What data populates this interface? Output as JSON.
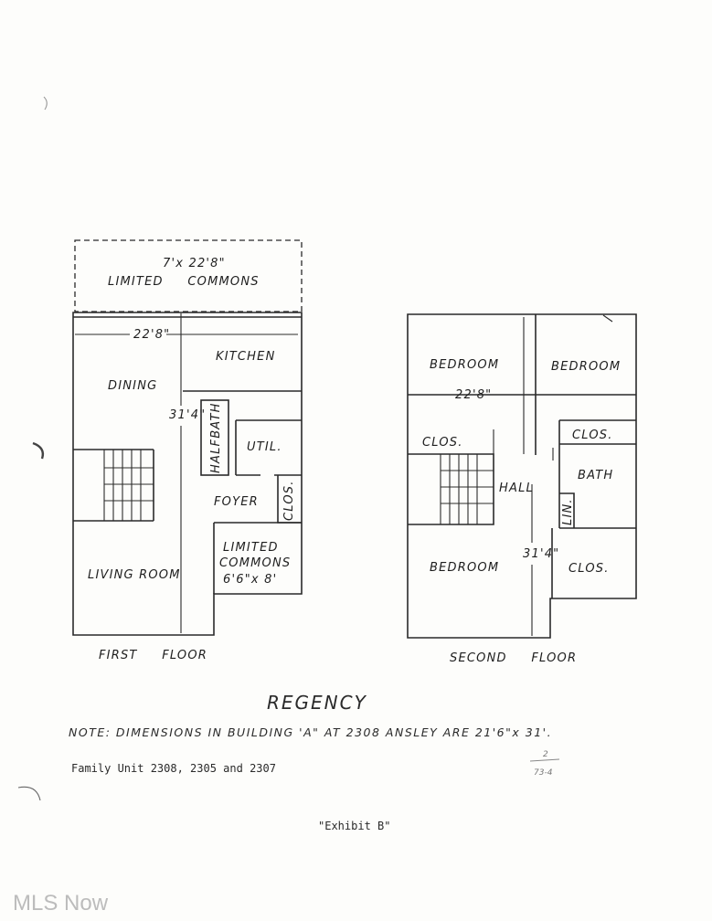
{
  "first_floor": {
    "patio_dimension": "7'x 22'8\"",
    "patio_label": "LIMITED     COMMONS",
    "width_dimension": "22'8\"",
    "depth_dimension": "31'4\"",
    "rooms": {
      "kitchen": "KITCHEN",
      "dining": "DINING",
      "halfbath": "HALFBATH",
      "util": "UTIL.",
      "foyer": "FOYER",
      "clos": "CLOS.",
      "living": "LIVING ROOM",
      "limited_commons": "LIMITED",
      "limited_commons_2": "COMMONS",
      "limited_commons_dim": "6'6\"x 8'"
    },
    "caption": "FIRST     FLOOR"
  },
  "second_floor": {
    "width_dimension": "22'8\"",
    "depth_dimension": "31'4\"",
    "rooms": {
      "bedroom_1": "BEDROOM",
      "bedroom_2": "BEDROOM",
      "bedroom_3": "BEDROOM",
      "clos_1": "CLOS.",
      "clos_2": "CLOS.",
      "clos_3": "CLOS.",
      "hall": "HALL",
      "bath": "BATH",
      "lin": "LIN."
    },
    "caption": "SECOND     FLOOR"
  },
  "title": "REGENCY",
  "note": "NOTE: DIMENSIONS IN BUILDING 'A\" AT 2308 ANSLEY ARE 21'6\"x 31'.",
  "family_unit": "Family Unit 2308, 2305 and 2307",
  "exhibit": "\"Exhibit B\"",
  "scrawl_top": "2",
  "scrawl_bottom": "73-4",
  "watermark": "MLS Now"
}
